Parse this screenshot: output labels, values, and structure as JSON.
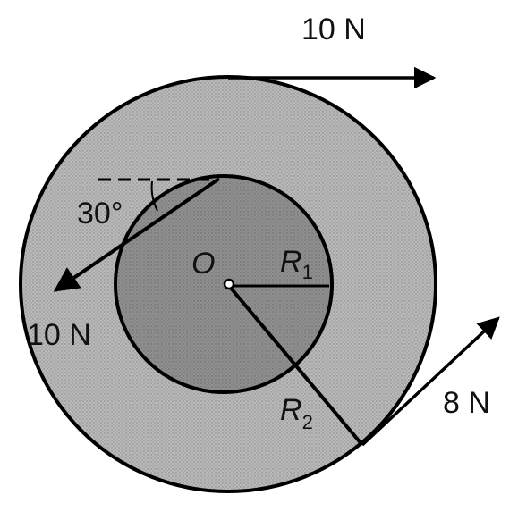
{
  "forces": {
    "top": "10 N",
    "left": "10 N",
    "bottom_right": "8 N"
  },
  "angle_label": "30°",
  "center_label": "O",
  "radius_labels": {
    "r1_letter": "R",
    "r1_sub": "1",
    "r2_letter": "R",
    "r2_sub": "2"
  },
  "colors": {
    "outer_fill": "#b9b9b9",
    "inner_fill": "#8f8f8f",
    "stroke": "#000000"
  }
}
